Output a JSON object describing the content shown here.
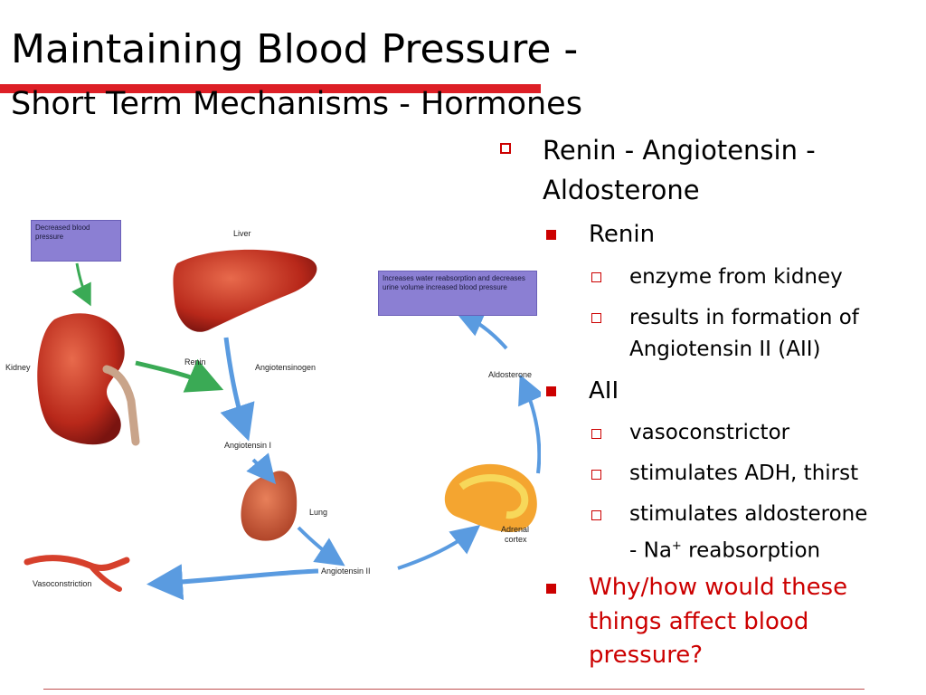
{
  "slide": {
    "title": "Maintaining Blood Pressure -",
    "subtitle": "Short Term Mechanisms - Hormones"
  },
  "bullets": {
    "main": "Renin - Angiotensin - Aldosterone",
    "main_line1": "Renin - Angiotensin -",
    "main_line2": "Aldosterone",
    "renin": "Renin",
    "renin_1": "enzyme from kidney",
    "renin_2_line1": "results in formation of",
    "renin_2_line2": "Angiotensin II (AII)",
    "aii": "AII",
    "aii_1": "vasoconstrictor",
    "aii_2": "stimulates ADH, thirst",
    "aii_3_line1": "stimulates aldosterone",
    "aii_3_line2a": "- Na",
    "aii_3_sup": "+",
    "aii_3_line2b": " reabsorption",
    "question_line1": "Why/how would these",
    "question_line2": "things affect blood",
    "question_line3": "pressure?"
  },
  "diagram": {
    "box_decreased": "Decreased blood pressure",
    "box_increases": "Increases water reabsorption and decreases urine volume increased blood pressure",
    "liver": "Liver",
    "kidney": "Kidney",
    "renin": "Renin",
    "angiotensinogen": "Angiotensinogen",
    "angiotensin_i": "Angiotensin I",
    "lung": "Lung",
    "angiotensin_ii": "Angiotensin II",
    "vasoconstriction": "Vasoconstriction",
    "adrenal_cortex_1": "Adrenal",
    "adrenal_cortex_2": "cortex",
    "aldosterone": "Aldosterone"
  },
  "colors": {
    "accent_red": "#cc0000",
    "title_bar": "#dd1f26",
    "box_purple": "#8b7fd3",
    "arrow_blue": "#5a9be0",
    "arrow_green": "#3aaa55"
  }
}
